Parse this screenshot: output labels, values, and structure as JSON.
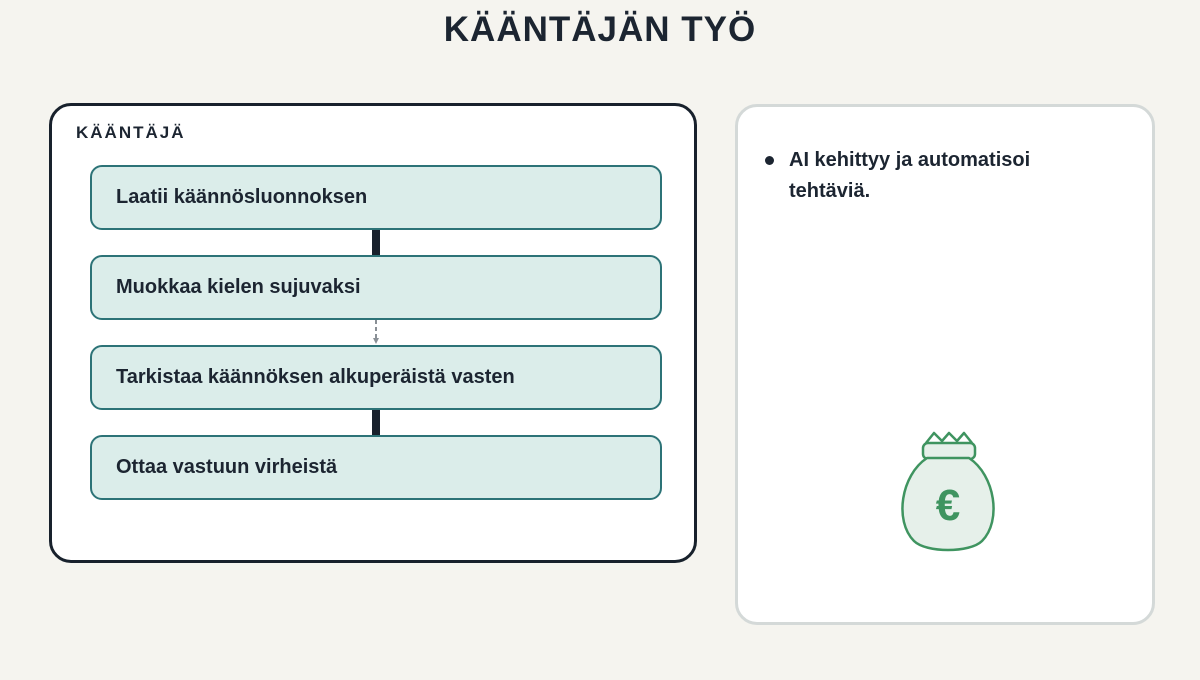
{
  "title": "KÄÄNTÄJÄN TYÖ",
  "translator_panel": {
    "title": "KÄÄNTÄJÄ",
    "steps": [
      "Laatii käännösluonnoksen",
      "Muokkaa kielen sujuvaksi",
      "Tarkistaa käännöksen alkuperäistä vasten",
      "Ottaa vastuun virheistä"
    ],
    "connectors": [
      "solid",
      "dashed",
      "solid"
    ]
  },
  "ai_panel": {
    "bullets": [
      "AI kehittyy ja automatisoi tehtäviä."
    ],
    "icon": "money-bag-euro-icon",
    "icon_symbol": "€"
  },
  "colors": {
    "background": "#f5f4ef",
    "dark": "#18212c",
    "step_fill": "#dbedea",
    "step_border": "#2c7377",
    "icon_green": "#3f9460",
    "icon_fill": "#e6f0ea"
  }
}
